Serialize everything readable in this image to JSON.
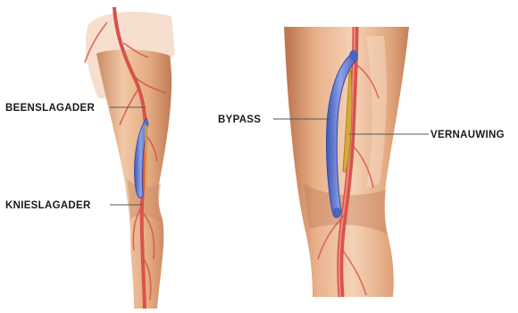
{
  "labels": {
    "femoral_artery": "BEENSLAGADER",
    "popliteal_artery": "KNIESLAGADER",
    "bypass": "BYPASS",
    "stenosis": "VERNAUWING"
  },
  "colors": {
    "skin": "#e9b48f",
    "skin_shadow": "#c98a63",
    "skin_highlight": "#f4d3b8",
    "artery": "#d8534a",
    "artery_dark": "#a8322c",
    "bypass_graft": "#5a72c9",
    "bypass_light": "#8da0e6",
    "plaque": "#d8a83c",
    "leader_line": "#555555"
  }
}
